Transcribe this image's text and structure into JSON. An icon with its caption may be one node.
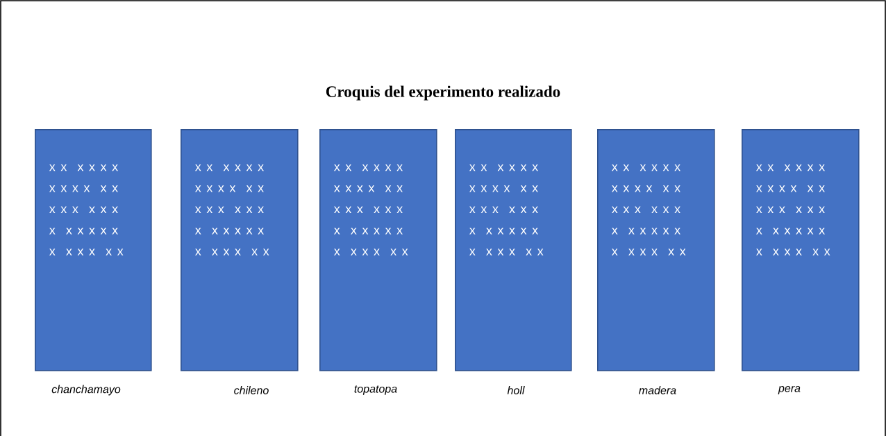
{
  "diagram": {
    "title": "Croquis del experimento realizado",
    "nodes": [
      {
        "text": [
          "x x  x x x x",
          "x x x x  x x",
          "x x x  x x x",
          "x  x x x x x",
          "x  x x x  x x"
        ],
        "beside": [
          "chanchamayo"
        ]
      },
      {
        "text": [
          "x x  x x x x",
          "x x x x  x x",
          "x x x  x x x",
          "x  x x x x x",
          "x  x x x  x x"
        ],
        "beside": [
          "chileno"
        ]
      },
      {
        "text": [
          "x x  x x x x",
          "x x x x  x x",
          "x x x  x x x",
          "x  x x x x x",
          "x  x x x  x x"
        ],
        "beside": [
          "topatopa"
        ]
      },
      {
        "text": [
          "x x  x x x x",
          "x x x x  x x",
          "x x x  x x x",
          "x  x x x x x",
          "x  x x x  x x"
        ],
        "beside": [
          "holl"
        ]
      },
      {
        "text": [
          "x x  x x x x",
          "x x x x  x x",
          "x x x  x x x",
          "x  x x x x x",
          "x  x x x  x x"
        ],
        "beside": [
          "madera"
        ]
      },
      {
        "text": [
          "x x  x x x x",
          "x x x x  x x",
          "x x x  x x x",
          "x  x x x x x",
          "x  x x x  x x"
        ],
        "beside": [
          "pera"
        ]
      }
    ]
  }
}
